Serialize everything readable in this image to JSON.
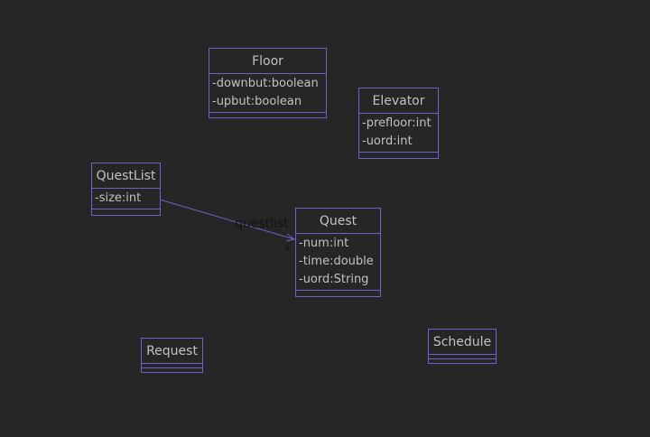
{
  "diagram": {
    "classes": [
      {
        "id": "floor",
        "name": "Floor",
        "attributes": [
          "-downbut:boolean",
          "-upbut:boolean"
        ]
      },
      {
        "id": "elevator",
        "name": "Elevator",
        "attributes": [
          "-prefloor:int",
          "-uord:int"
        ]
      },
      {
        "id": "questlist",
        "name": "QuestList",
        "attributes": [
          "-size:int"
        ]
      },
      {
        "id": "quest",
        "name": "Quest",
        "attributes": [
          "-num:int",
          "-time:double",
          "-uord:String"
        ]
      },
      {
        "id": "request",
        "name": "Request",
        "attributes": []
      },
      {
        "id": "schedule",
        "name": "Schedule",
        "attributes": []
      }
    ],
    "associations": [
      {
        "from": "questlist",
        "to": "quest",
        "role": "questlist",
        "multiplicity": "*"
      }
    ],
    "colors": {
      "background": "#262626",
      "border": "#6a63c9",
      "text": "#c2c2c2",
      "label": "#141414"
    }
  }
}
